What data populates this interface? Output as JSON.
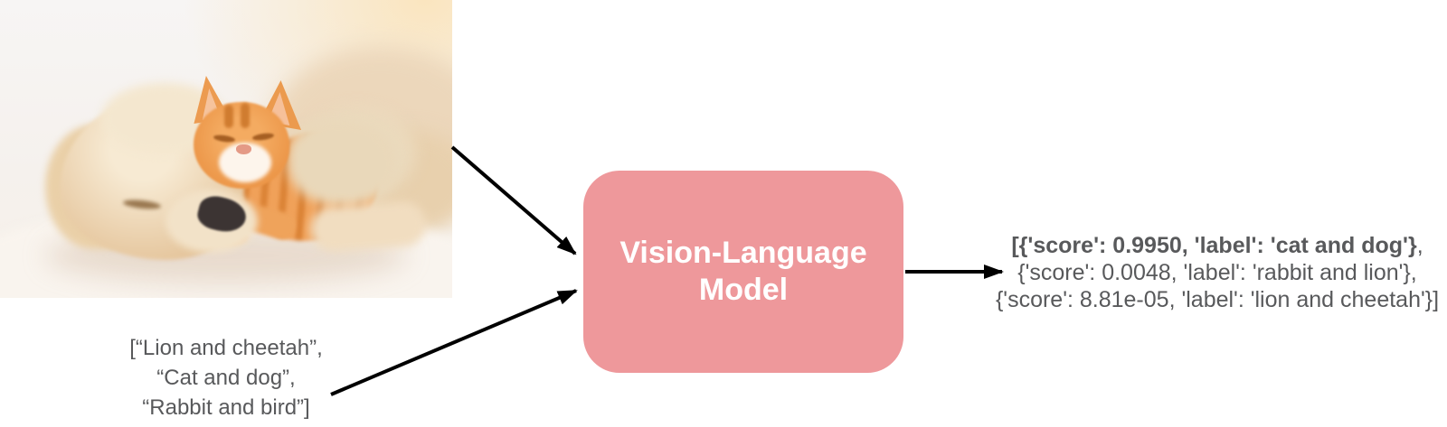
{
  "input_image": {
    "description": "Photo of a sleeping cream puppy with a ginger tabby kitten resting on its head"
  },
  "text_input": {
    "lines": [
      "[“Lion and cheetah”,",
      "“Cat and dog”,",
      "“Rabbit and bird”]"
    ]
  },
  "model": {
    "label": "Vision-Language\nModel",
    "fill_color": "#EE989B",
    "text_color": "#FFFFFF"
  },
  "output": {
    "line1_bold": "[{'score': 0.9950, 'label': 'cat and dog'}",
    "line1_rest": ",",
    "line2": "{'score': 0.0048, 'label': 'rabbit and lion'},",
    "line3": "{'score': 8.81e-05, 'label': 'lion and cheetah'}]"
  },
  "styles": {
    "text_color": "#58595B",
    "arrow_color": "#000000",
    "canvas_background": "#FFFFFF"
  }
}
